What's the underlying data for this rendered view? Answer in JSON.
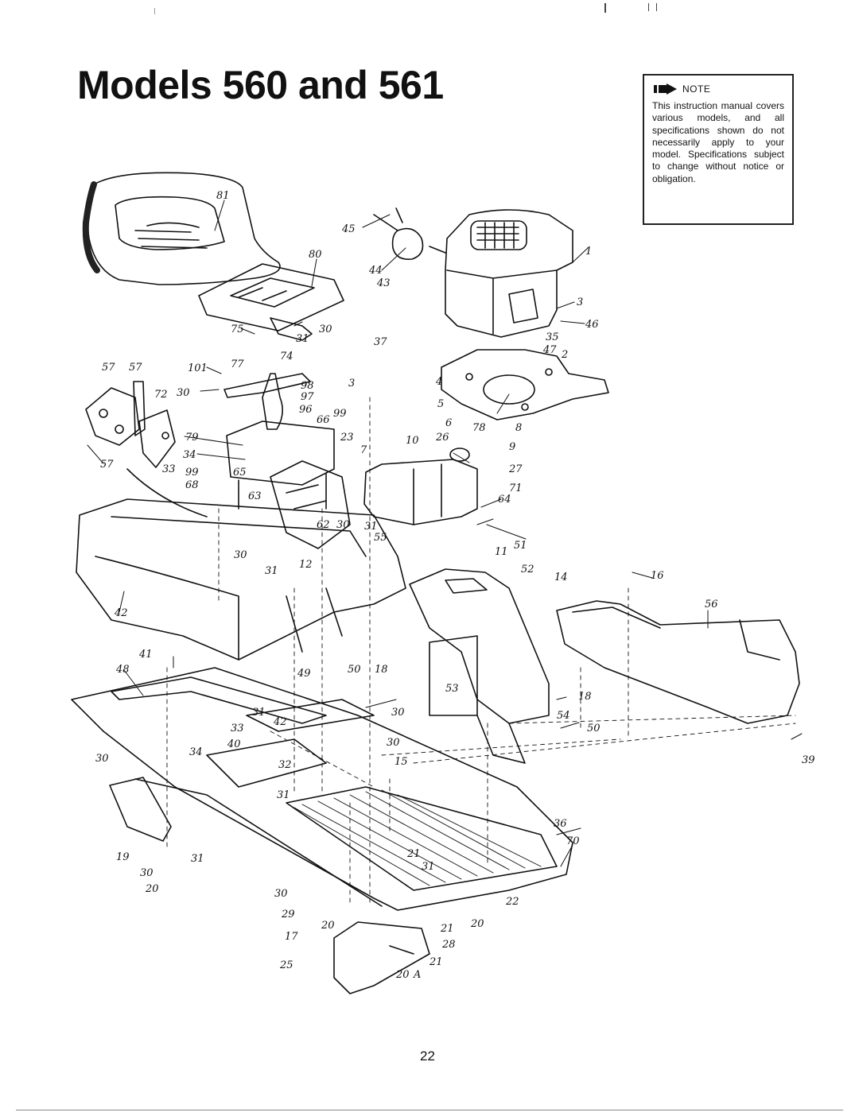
{
  "title": "Models 560 and 561",
  "note": {
    "label": "NOTE",
    "text": "This instruction manual covers various models, and all specifications shown do not necessarily apply to your model. Specifications subject to change without notice or obligation.",
    "icon": "arrow-right-icon"
  },
  "page_number": "22",
  "callouts": [
    "81",
    "80",
    "45",
    "44",
    "43",
    "1",
    "3",
    "46",
    "75",
    "31",
    "30",
    "74",
    "37",
    "35",
    "47",
    "2",
    "101",
    "77",
    "57",
    "57",
    "72",
    "30",
    "98",
    "97",
    "96",
    "66",
    "99",
    "3",
    "4",
    "5",
    "6",
    "78",
    "8",
    "9",
    "26",
    "27",
    "71",
    "79",
    "34",
    "99",
    "65",
    "23",
    "7",
    "10",
    "64",
    "57",
    "33",
    "68",
    "63",
    "62",
    "30",
    "31",
    "55",
    "30",
    "31",
    "12",
    "11",
    "51",
    "52",
    "14",
    "16",
    "56",
    "42",
    "41",
    "48",
    "49",
    "50",
    "18",
    "53",
    "18",
    "54",
    "50",
    "30",
    "31",
    "33",
    "42",
    "40",
    "30",
    "34",
    "32",
    "31",
    "30",
    "15",
    "39",
    "19",
    "36",
    "70",
    "31",
    "30",
    "20",
    "21",
    "31",
    "30",
    "29",
    "17",
    "20",
    "22",
    "20",
    "21",
    "28",
    "25",
    "21",
    "20",
    "A"
  ]
}
